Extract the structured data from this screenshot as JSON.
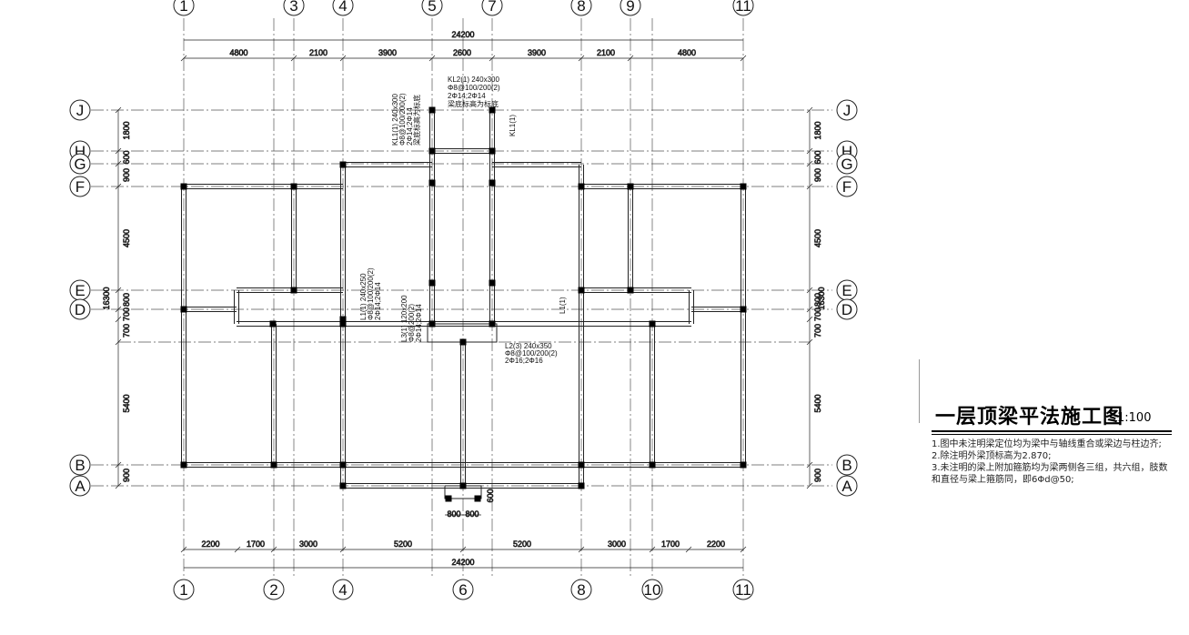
{
  "drawing": {
    "top_axes": [
      "1",
      "3",
      "4",
      "5",
      "7",
      "8",
      "9",
      "11"
    ],
    "bottom_axes": [
      "1",
      "2",
      "4",
      "6",
      "8",
      "10",
      "11"
    ],
    "row_axes": [
      "J",
      "H",
      "G",
      "F",
      "E",
      "D",
      "B",
      "A"
    ],
    "top_total": "24200",
    "top_dims": [
      "4800",
      "2100",
      "3900",
      "2600",
      "3900",
      "2100",
      "4800"
    ],
    "bottom_total": "24200",
    "bottom_dims": [
      "2200",
      "1700",
      "3000",
      "5200",
      "5200",
      "3000",
      "1700",
      "2200"
    ],
    "side_dims": [
      "1800",
      "600",
      "900",
      "4500",
      "800",
      "700",
      "700",
      "5400",
      "900"
    ],
    "side_total": "16300",
    "stair_dims": [
      "800",
      "800"
    ],
    "stair_depth": "600",
    "annotations": {
      "kl2": [
        "KL2(1) 240x300",
        "Φ8@100/200(2)",
        "2Φ14;2Φ14",
        "梁底标高为标底"
      ],
      "kl1_vertical": [
        "KL1(1) 240x300",
        "Φ8@100/200(2)",
        "2Φ14;2Φ14",
        "梁底标高为标底"
      ],
      "kl1_short": "KL1(1)",
      "l1": [
        "L1(1) 240x250",
        "Φ8@100/200(2)",
        "2Φ14;2Φ14"
      ],
      "l3": [
        "L3(1) 120x200",
        "Φ8@200(2)",
        "2Φ14;2Φ14"
      ],
      "l2": [
        "L2(3) 240x350",
        "Φ8@100/200(2)",
        "2Φ16;2Φ16"
      ],
      "l1_right": "L1(1)"
    }
  },
  "title": {
    "text": "一层顶梁平法施工图",
    "scale": "1:100"
  },
  "notes": [
    "1.图中未注明梁定位均为梁中与轴线重合或梁边与柱边齐;",
    "2.除注明外梁顶标高为2.870;",
    "3.未注明的梁上附加箍筋均为梁两侧各三组，共六组，肢数",
    "   和直径与梁上箍筋同，即6Φd@50;"
  ]
}
